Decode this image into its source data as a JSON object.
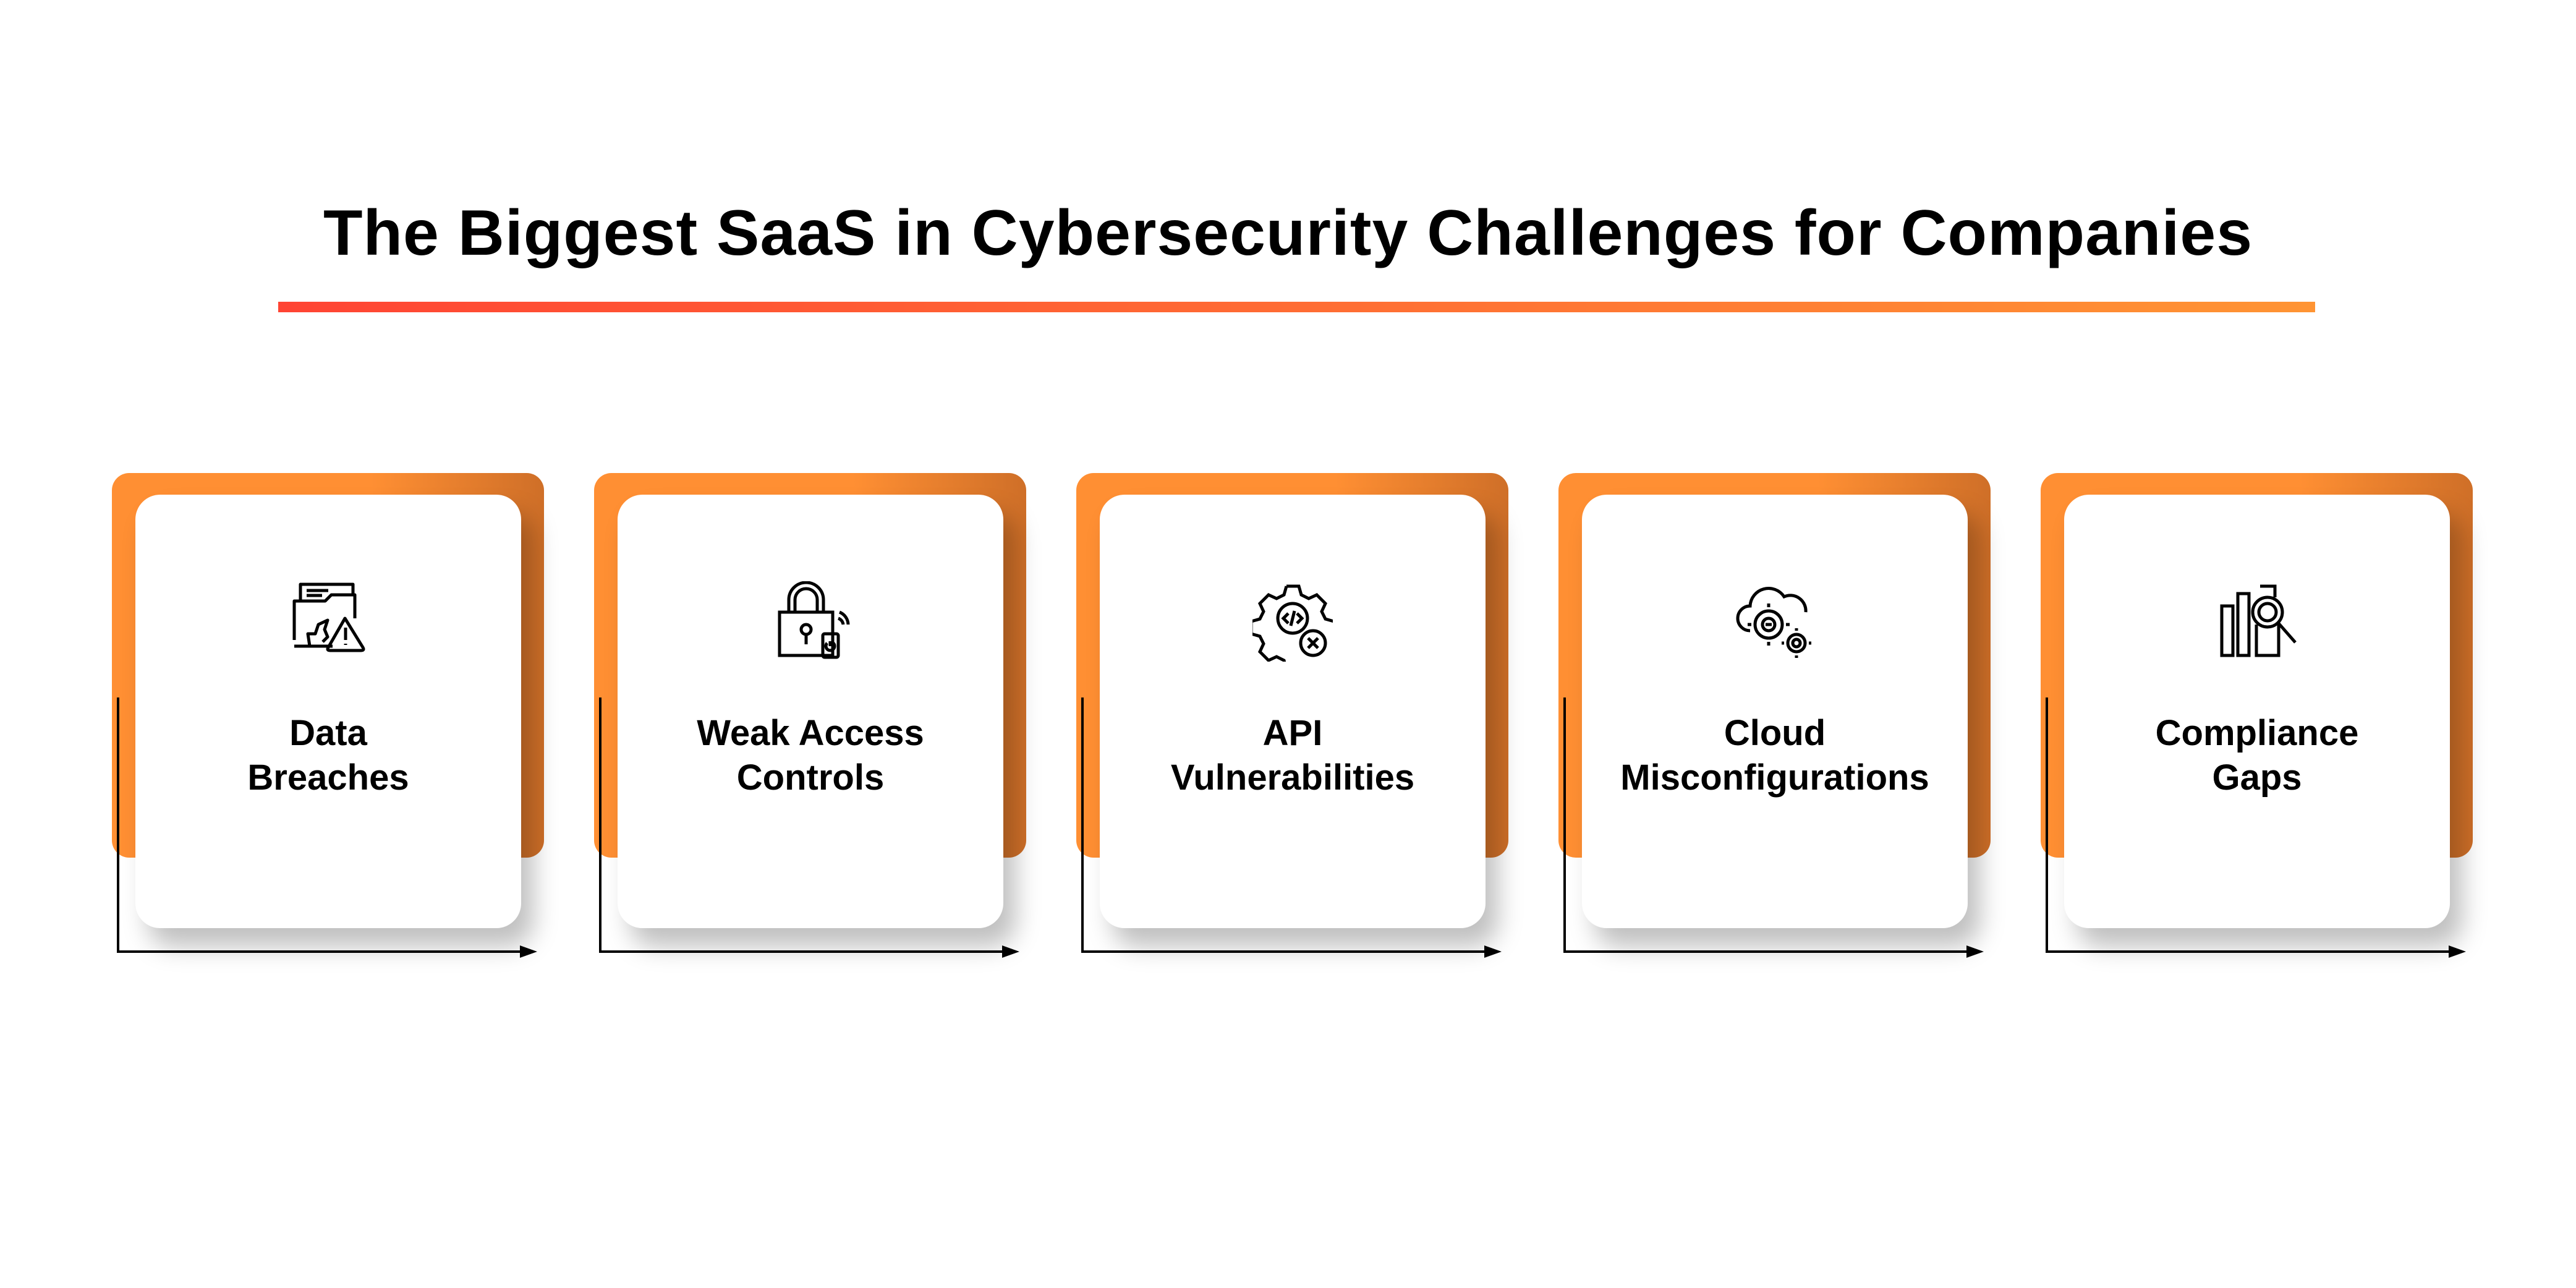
{
  "title": "The Biggest SaaS in Cybersecurity Challenges for Companies",
  "colors": {
    "accent_start": "#ff4433",
    "accent_end": "#ff9433",
    "card_orange": "#ff8f33"
  },
  "cards": [
    {
      "line1": "Data",
      "line2": "Breaches",
      "icon": "folder-breach-warning-icon"
    },
    {
      "line1": "Weak Access",
      "line2": "Controls",
      "icon": "padlock-power-icon"
    },
    {
      "line1": "API",
      "line2": "Vulnerabilities",
      "icon": "gear-code-bug-icon"
    },
    {
      "line1": "Cloud",
      "line2": "Misconfigurations",
      "icon": "cloud-gears-icon"
    },
    {
      "line1": "Compliance",
      "line2": "Gaps",
      "icon": "bars-magnifier-icon"
    }
  ]
}
